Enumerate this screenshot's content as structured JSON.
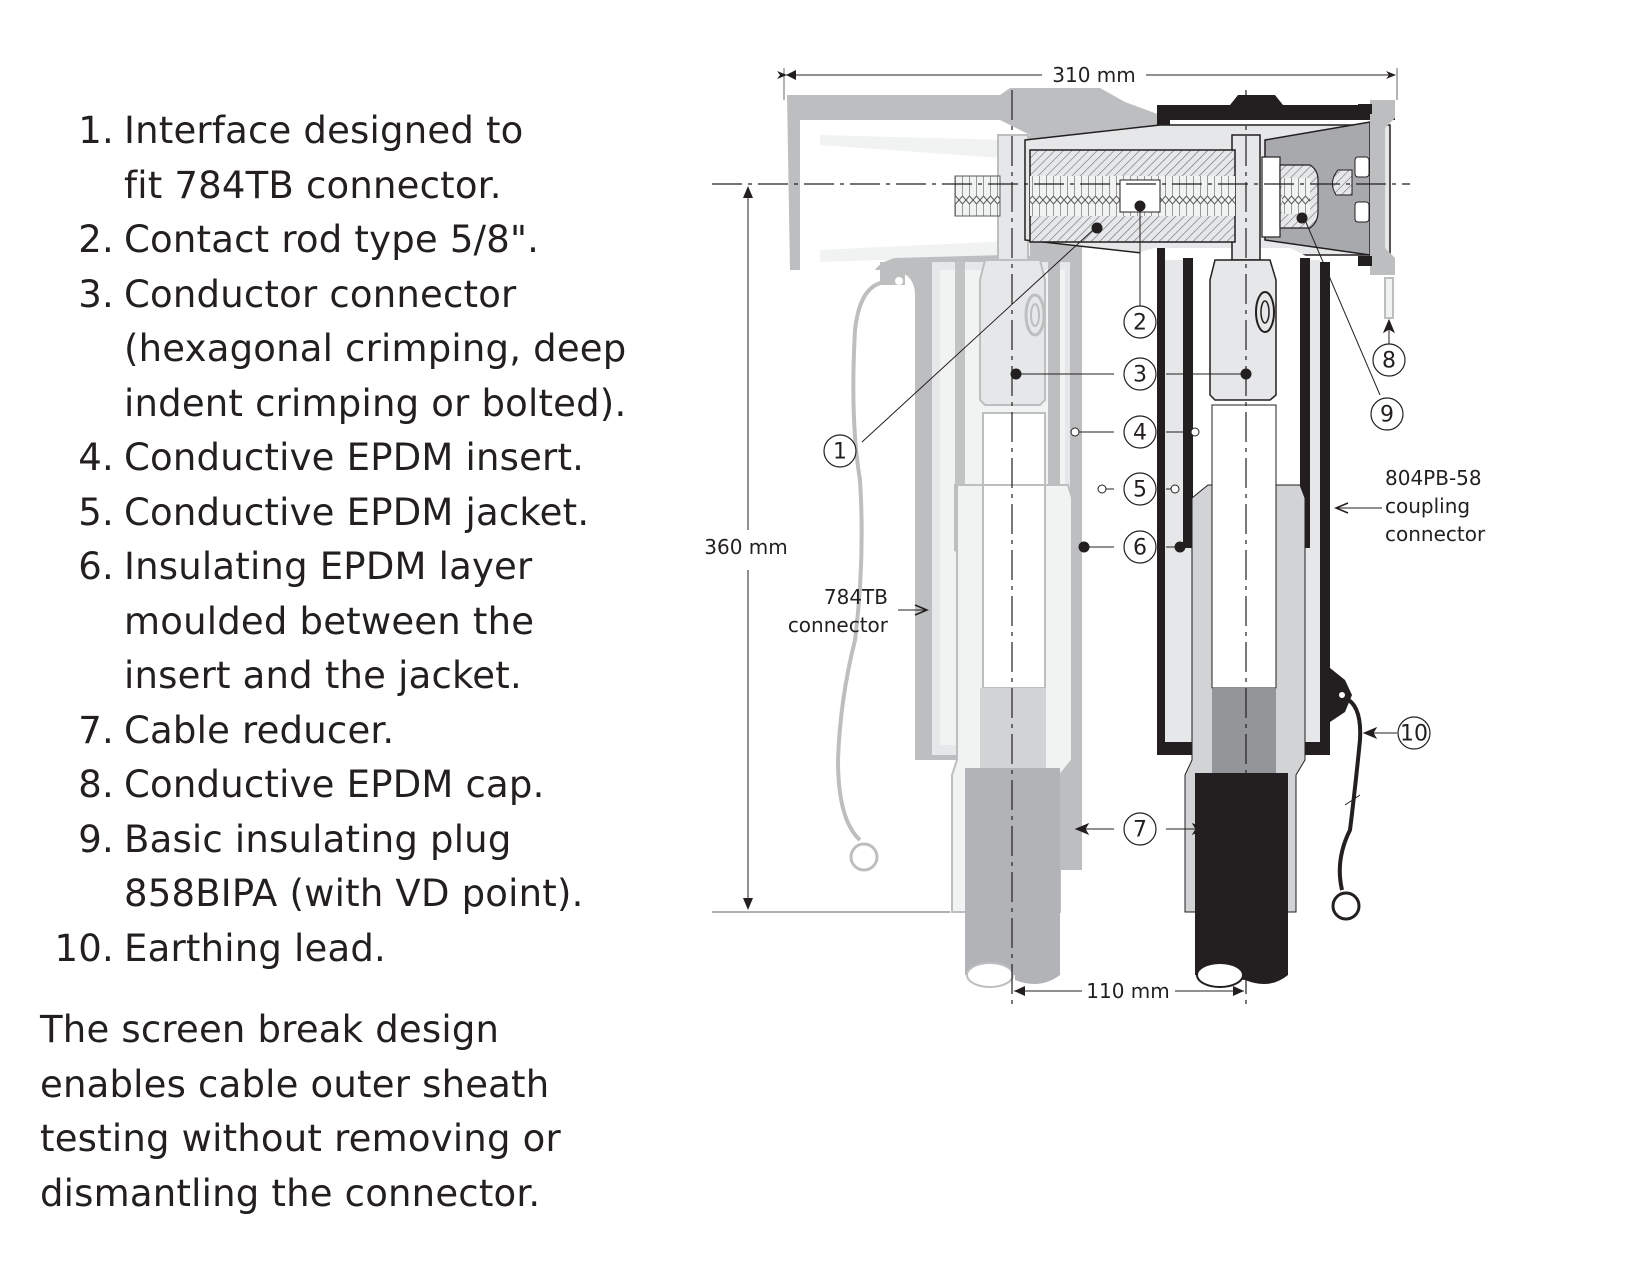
{
  "legend": {
    "items": [
      {
        "num": "1.",
        "lines": [
          "Interface designed to",
          "fit 784TB connector."
        ]
      },
      {
        "num": "2.",
        "lines": [
          "Contact rod type 5/8\"."
        ]
      },
      {
        "num": "3.",
        "lines": [
          "Conductor connector",
          "(hexagonal crimping, deep",
          "indent crimping or bolted)."
        ]
      },
      {
        "num": "4.",
        "lines": [
          "Conductive EPDM insert."
        ]
      },
      {
        "num": "5.",
        "lines": [
          "Conductive EPDM jacket."
        ]
      },
      {
        "num": "6.",
        "lines": [
          "Insulating EPDM layer",
          "moulded between the",
          "insert and the jacket."
        ]
      },
      {
        "num": "7.",
        "lines": [
          "Cable reducer."
        ]
      },
      {
        "num": "8.",
        "lines": [
          "Conductive EPDM cap."
        ]
      },
      {
        "num": "9.",
        "lines": [
          "Basic insulating plug",
          "858BIPA (with VD point)."
        ]
      },
      {
        "num": "10.",
        "lines": [
          "Earthing lead."
        ]
      }
    ]
  },
  "note": {
    "lines": [
      "The screen break design",
      "enables cable outer sheath",
      "testing without removing or",
      "dismantling the connector."
    ]
  },
  "diagram": {
    "dimensions": {
      "width": "310 mm",
      "height": "360 mm",
      "spacing": "110 mm"
    },
    "labels": {
      "left_connector_line1": "784TB",
      "left_connector_line2": "connector",
      "right_connector_line1": "804PB-58",
      "right_connector_line2": "coupling",
      "right_connector_line3": "connector"
    },
    "callouts": [
      "1",
      "2",
      "3",
      "4",
      "5",
      "6",
      "7",
      "8",
      "9",
      "10"
    ],
    "colors": {
      "light_gray": "#bdbec0",
      "pale_gray": "#e6e7e8",
      "mid_gray": "#a7a9ac",
      "dark": "#231f20",
      "white": "#ffffff"
    }
  }
}
